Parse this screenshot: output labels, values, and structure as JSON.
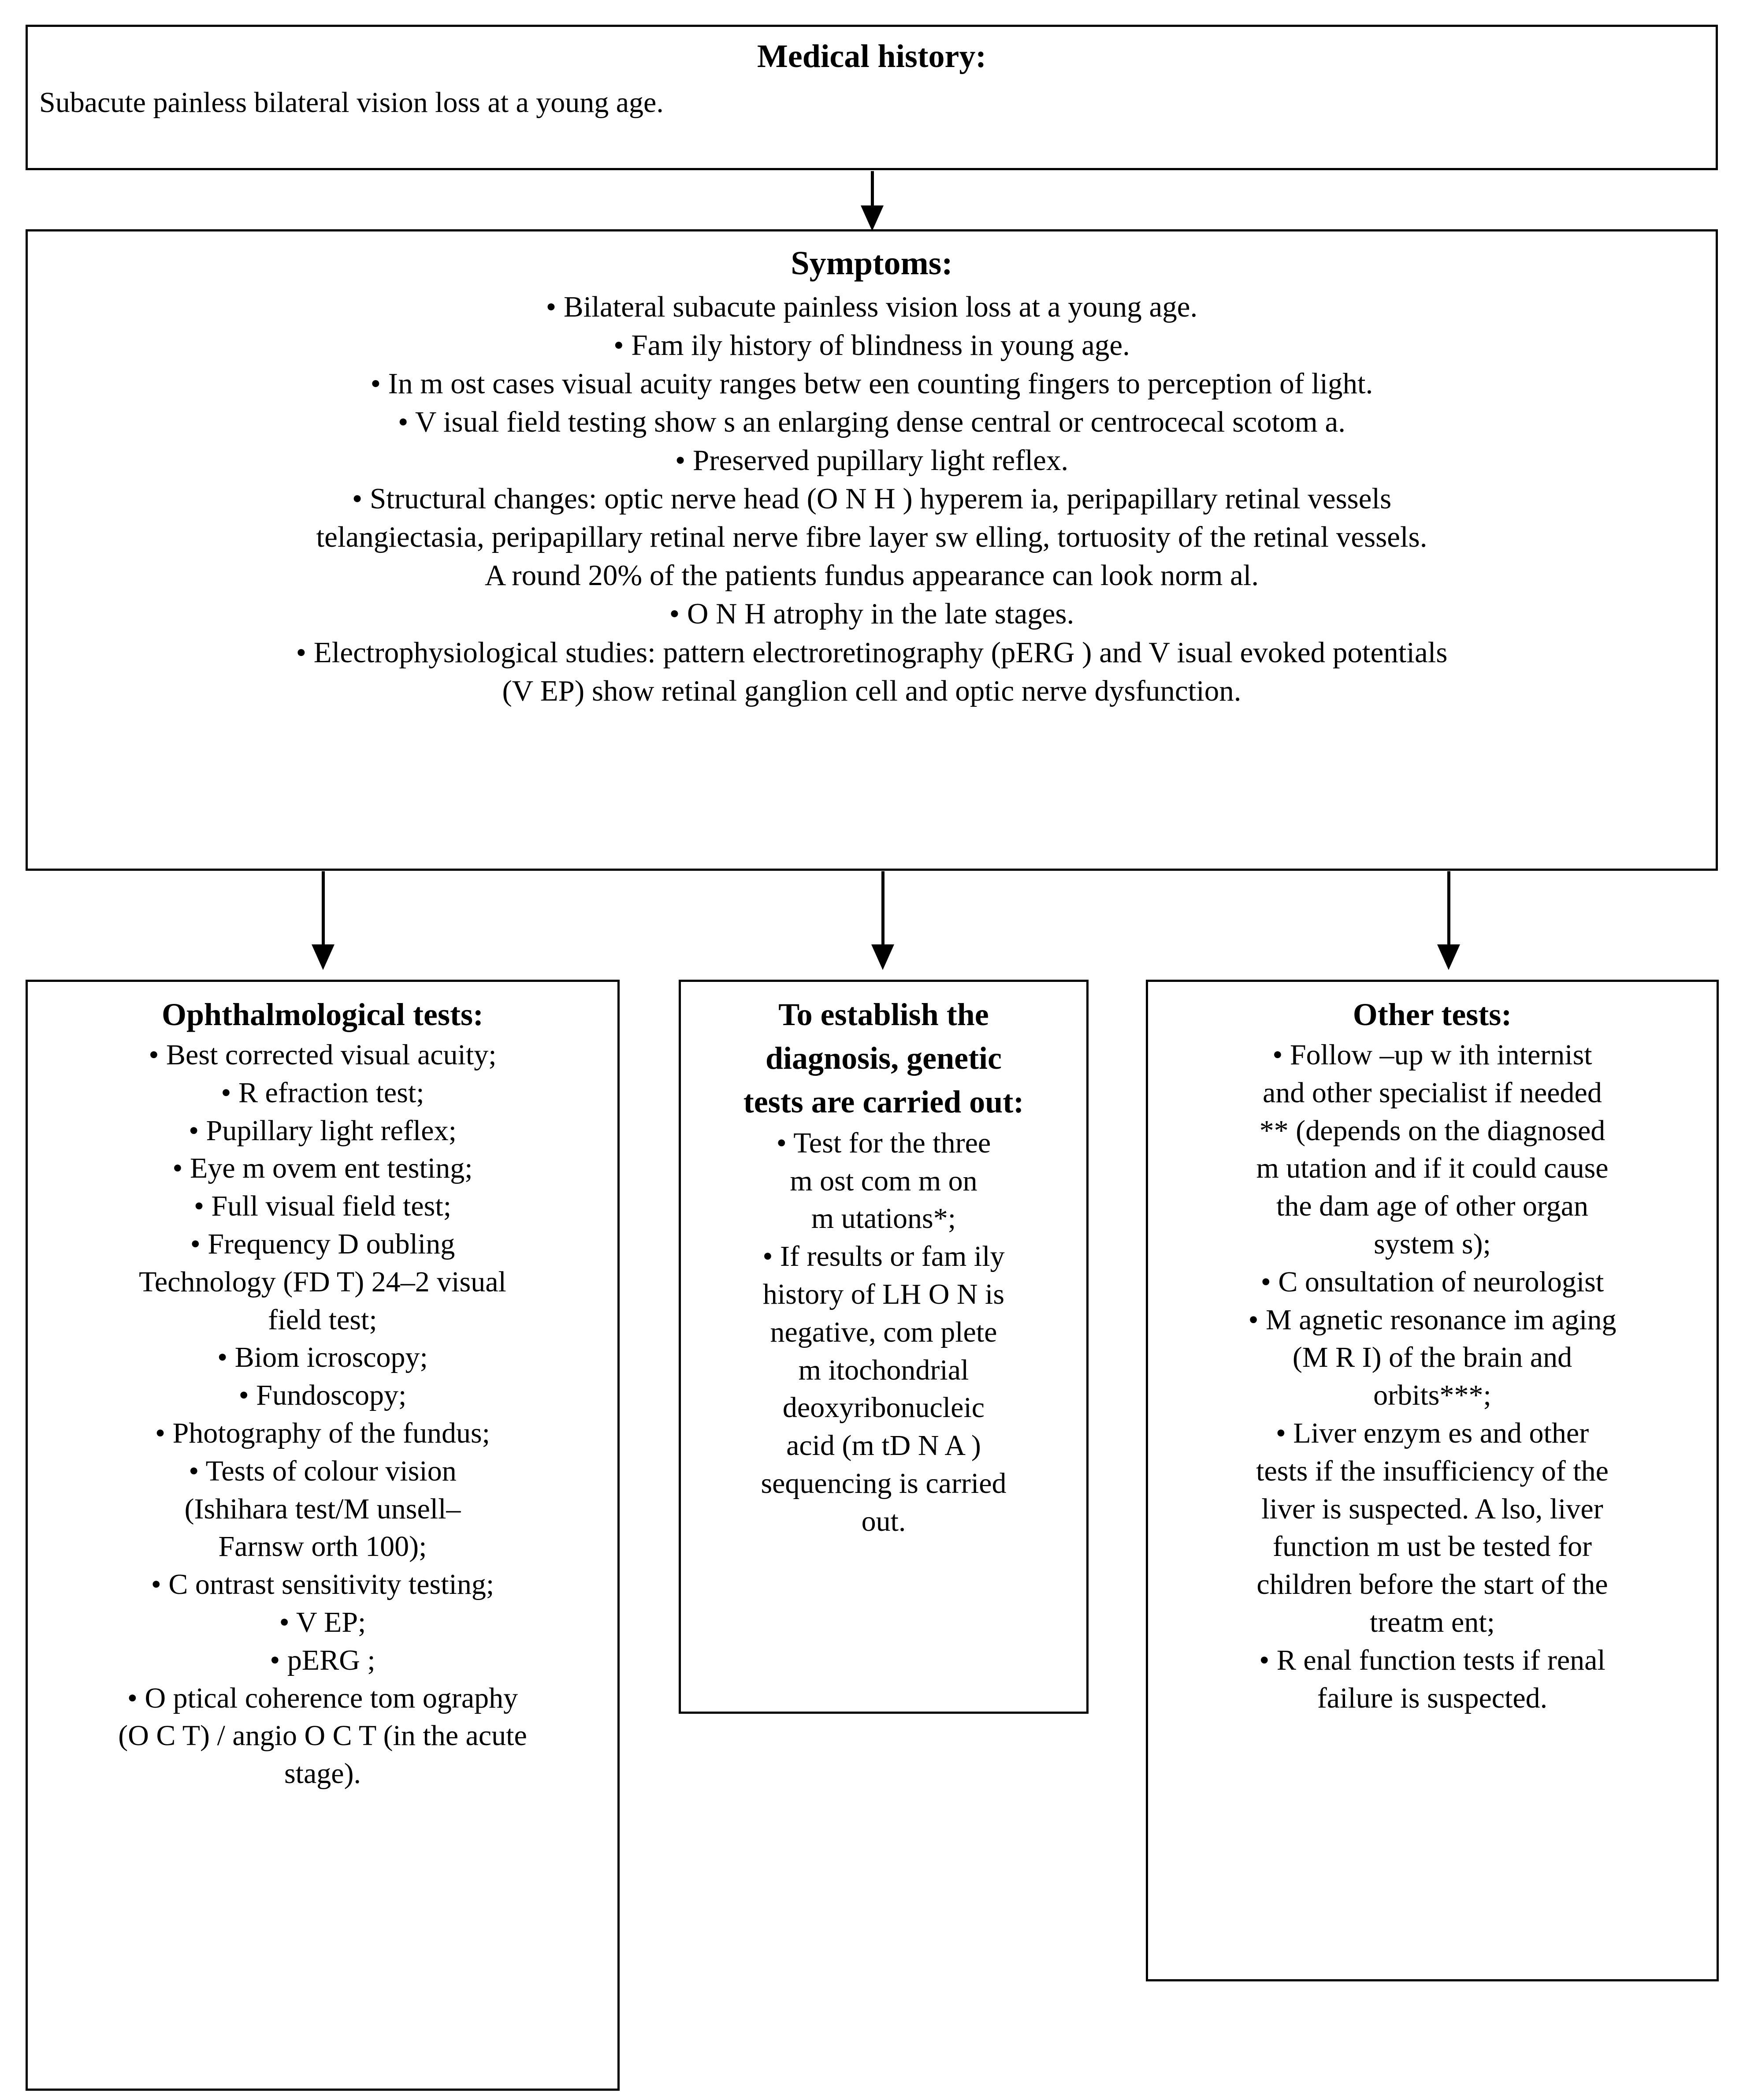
{
  "medical_history": {
    "heading": "Medical history:",
    "lines": [
      "Subacute painless bilateral vision loss at a young age."
    ]
  },
  "symptoms": {
    "heading": "Symptoms:",
    "lines": [
      "• Bilateral subacute painless vision loss at a young age.",
      "• Fam ily history of blindness in young age.",
      "• In m ost cases visual acuity ranges betw een counting fingers to perception of light.",
      "• V isual field testing show s an enlarging dense central or centrocecal scotom a.",
      "• Preserved pupillary light reflex.",
      "• Structural changes: optic nerve head (O N H ) hyperem ia, peripapillary retinal vessels",
      "telangiectasia, peripapillary retinal nerve fibre layer sw elling, tortuosity of the retinal vessels.",
      "A round 20%  of the patients fundus appearance can look norm al.",
      "• O N H  atrophy in the late stages.",
      "• Electrophysiological studies: pattern electroretinography (pERG ) and V isual evoked potentials",
      "(V EP) show  retinal ganglion cell and optic nerve dysfunction."
    ]
  },
  "ophthalmological_tests": {
    "heading": "Ophthalmological tests:",
    "lines": [
      "• Best corrected visual acuity;",
      "• R efraction test;",
      "• Pupillary light reflex;",
      "• Eye m ovem ent testing;",
      "• Full visual field test;",
      "• Frequency D oubling",
      "Technology (FD T) 24–2 visual",
      "field test;",
      "• Biom icroscopy;",
      "• Fundoscopy;",
      "• Photography of the fundus;",
      "• Tests of colour vision",
      "(Ishihara test/M unsell–",
      "Farnsw orth 100);",
      "• C ontrast sensitivity testing;",
      "• V EP;",
      "• pERG ;",
      "• O ptical coherence tom ography",
      "(O C T) / angio O C T (in the acute",
      "stage)."
    ]
  },
  "genetic_tests": {
    "heading": "To establish the diagnosis, genetic tests are carried out:",
    "heading_lines": [
      "To establish the",
      "diagnosis, genetic",
      "tests are carried out:"
    ],
    "lines": [
      "• Test for the three",
      "m ost com m on",
      "m utations*;",
      "• If results or fam ily",
      "history of LH O N  is",
      "negative, com plete",
      "m itochondrial",
      "deoxyribonucleic",
      "acid (m tD N A )",
      "sequencing is carried",
      "out."
    ]
  },
  "other_tests": {
    "heading": "Other tests:",
    "lines": [
      "• Follow –up w ith internist",
      "and other specialist if needed",
      "** (depends on the diagnosed",
      "m utation and if it could cause",
      "the dam age of other organ",
      "system s);",
      "• C onsultation of neurologist",
      "• M agnetic resonance im aging",
      "(M R I) of the brain and",
      "orbits***;",
      "• Liver enzym es and other",
      "tests if the insufficiency of the",
      "liver is suspected. A lso, liver",
      "function m ust be tested for",
      "children before the start of the",
      "treatm ent;",
      "• R enal function tests if renal",
      "failure is suspected."
    ]
  },
  "connectors": [
    {
      "name": "arrow-history-to-symptoms"
    },
    {
      "name": "arrow-symptoms-to-ophthalmological"
    },
    {
      "name": "arrow-symptoms-to-genetic"
    },
    {
      "name": "arrow-symptoms-to-other"
    }
  ],
  "colors": {
    "stroke": "#000000",
    "background": "#ffffff"
  }
}
